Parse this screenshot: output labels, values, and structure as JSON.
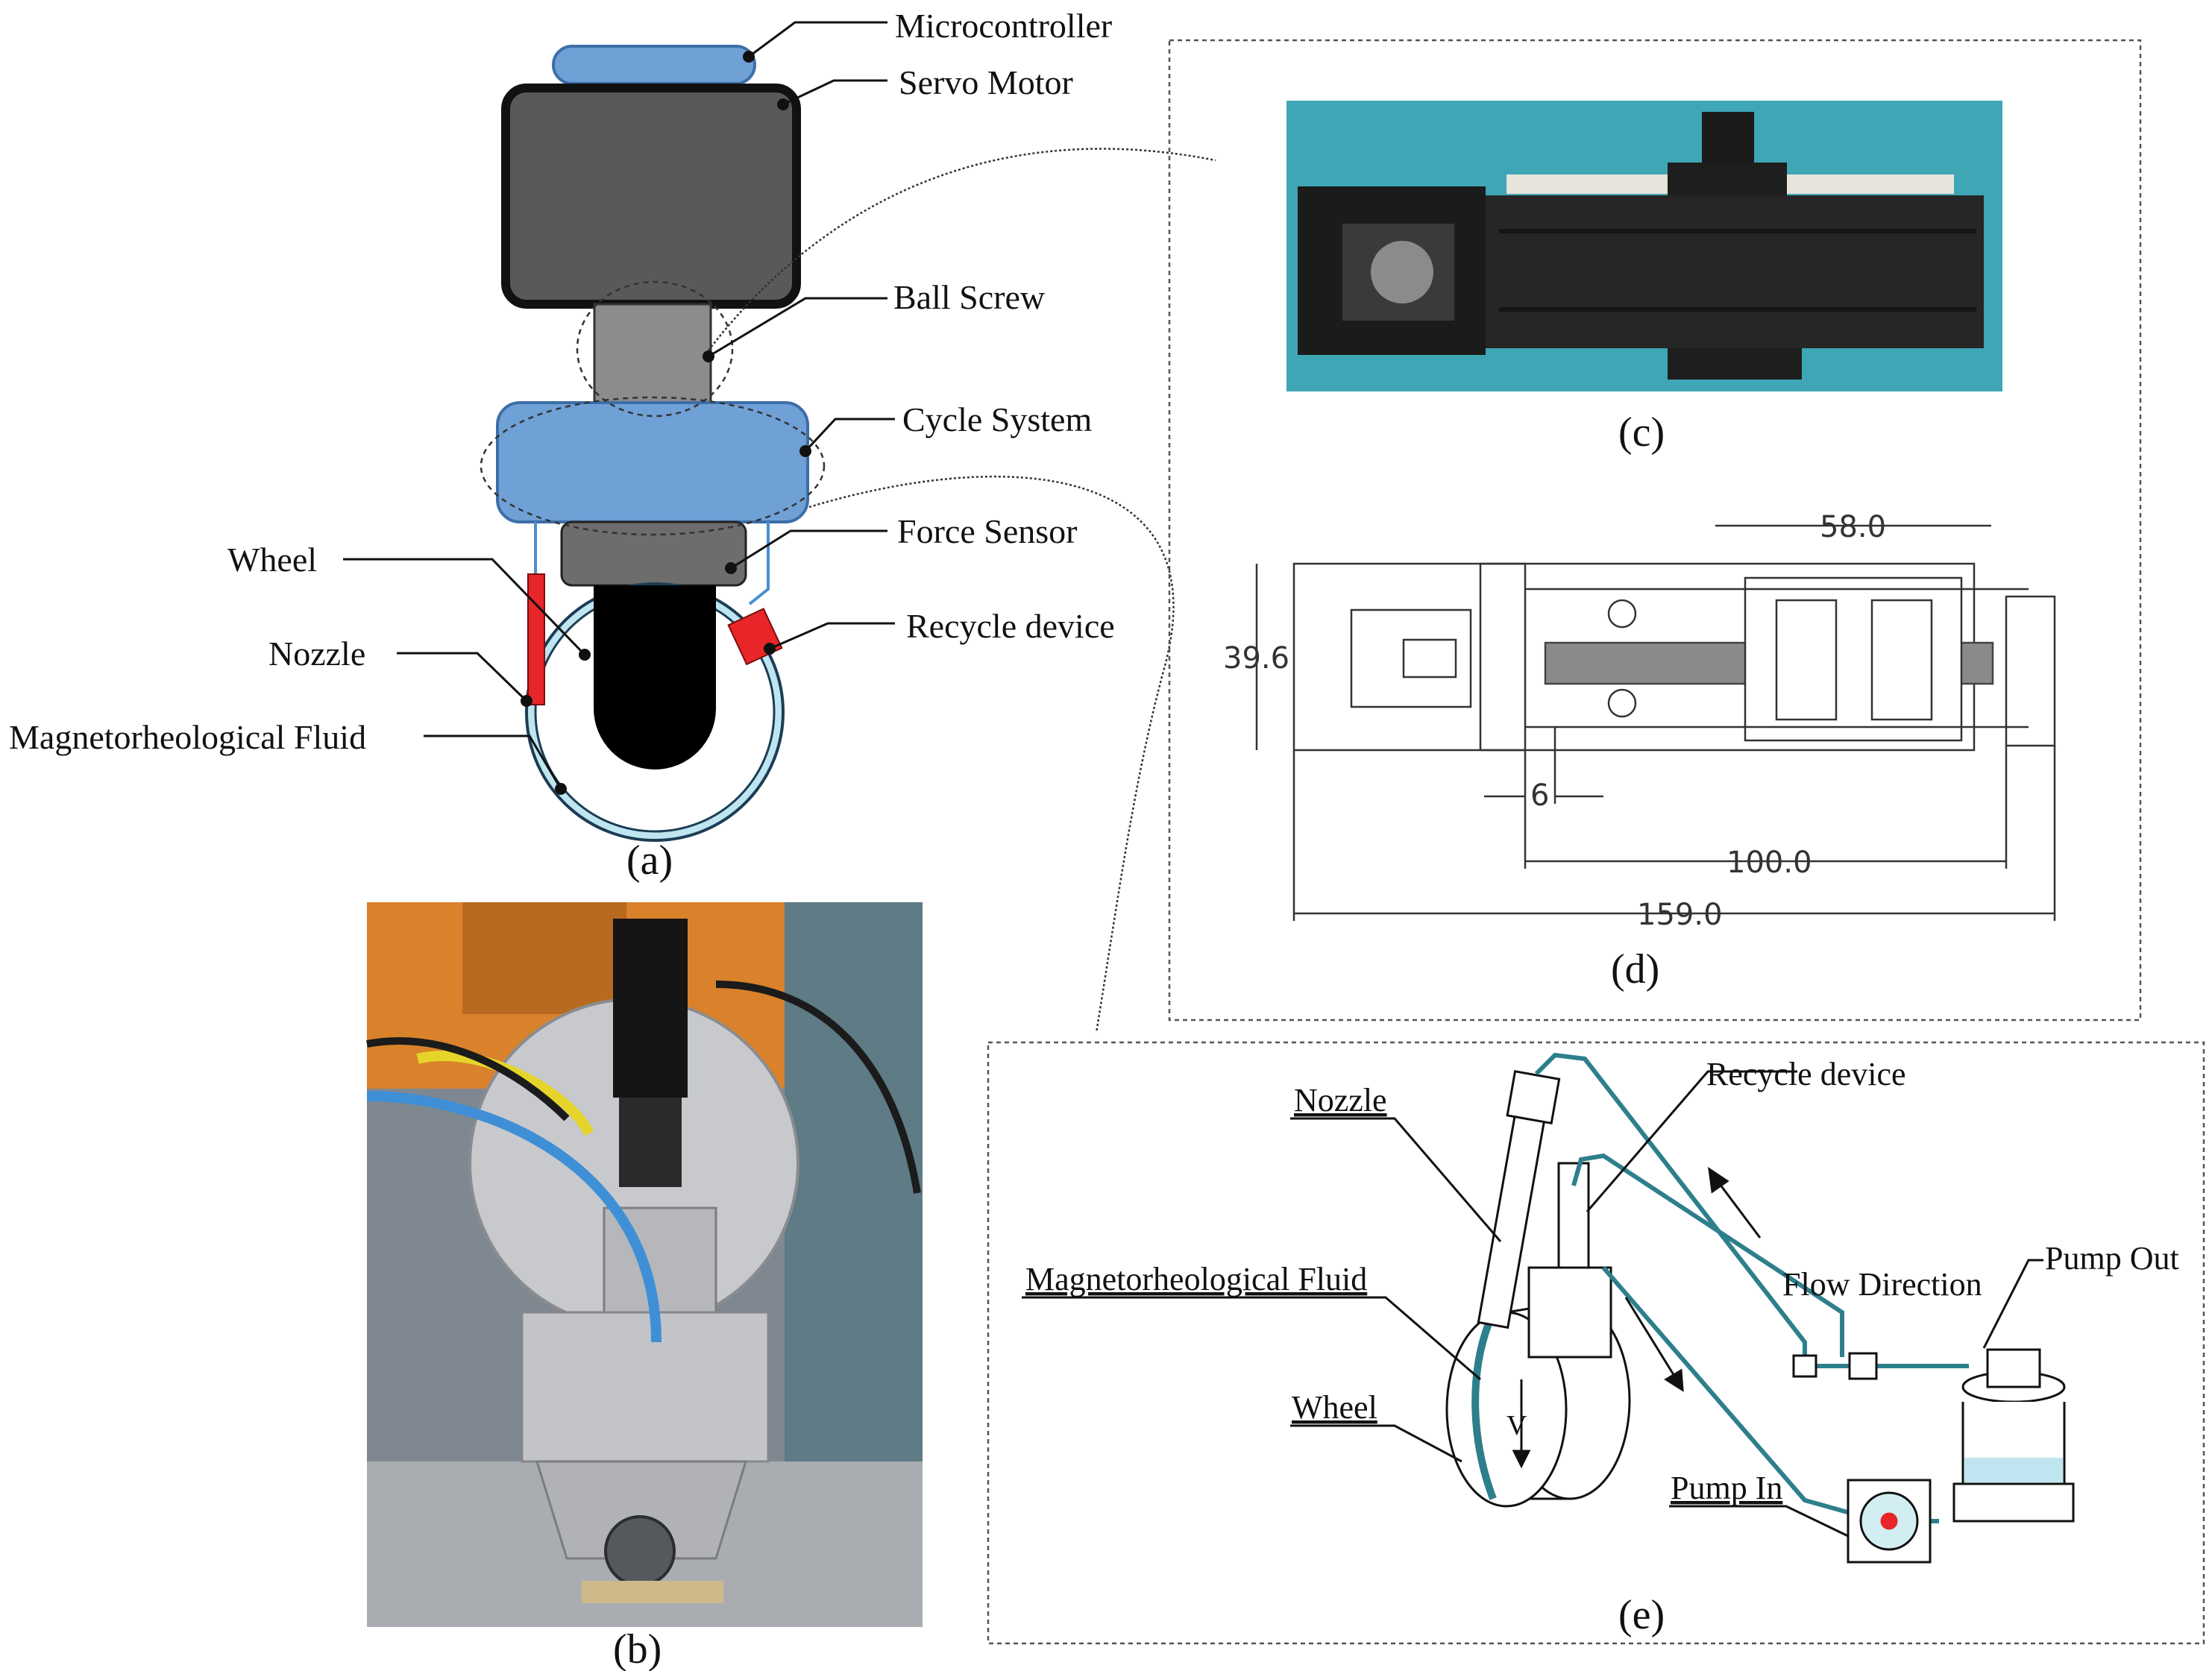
{
  "colors": {
    "blue_part": "#6fa0d6",
    "blue_outline": "#3d6ea8",
    "motor_gray": "#595959",
    "screw_gray": "#8c8c8c",
    "sensor_gray": "#6d6d6d",
    "red_part": "#e8262a",
    "fluid_blue": "#bfe6f0",
    "photo_teal": "#3ea6b4"
  },
  "panel_a": {
    "caption": "(a)",
    "labels": {
      "microcontroller": "Microcontroller",
      "servo_motor": "Servo Motor",
      "ball_screw": "Ball Screw",
      "cycle_system": "Cycle System",
      "force_sensor": "Force Sensor",
      "recycle_device": "Recycle device",
      "wheel": "Wheel",
      "nozzle": "Nozzle",
      "mr_fluid": "Magnetorheological Fluid"
    }
  },
  "panel_b": {
    "caption": "(b)"
  },
  "panel_c": {
    "caption": "(c)"
  },
  "panel_d": {
    "caption": "(d)",
    "dimensions": {
      "d58": "58.0",
      "d39": "39.6",
      "d6": "6",
      "d100": "100.0",
      "d159": "159.0"
    }
  },
  "panel_e": {
    "caption": "(e)",
    "labels": {
      "nozzle": "Nozzle",
      "recycle_device": "Recycle device",
      "flow_direction": "Flow Direction",
      "pump_out": "Pump Out",
      "mr_fluid": "Magnetorheological Fluid",
      "wheel": "Wheel",
      "pump_in": "Pump In",
      "velocity": "V"
    }
  }
}
